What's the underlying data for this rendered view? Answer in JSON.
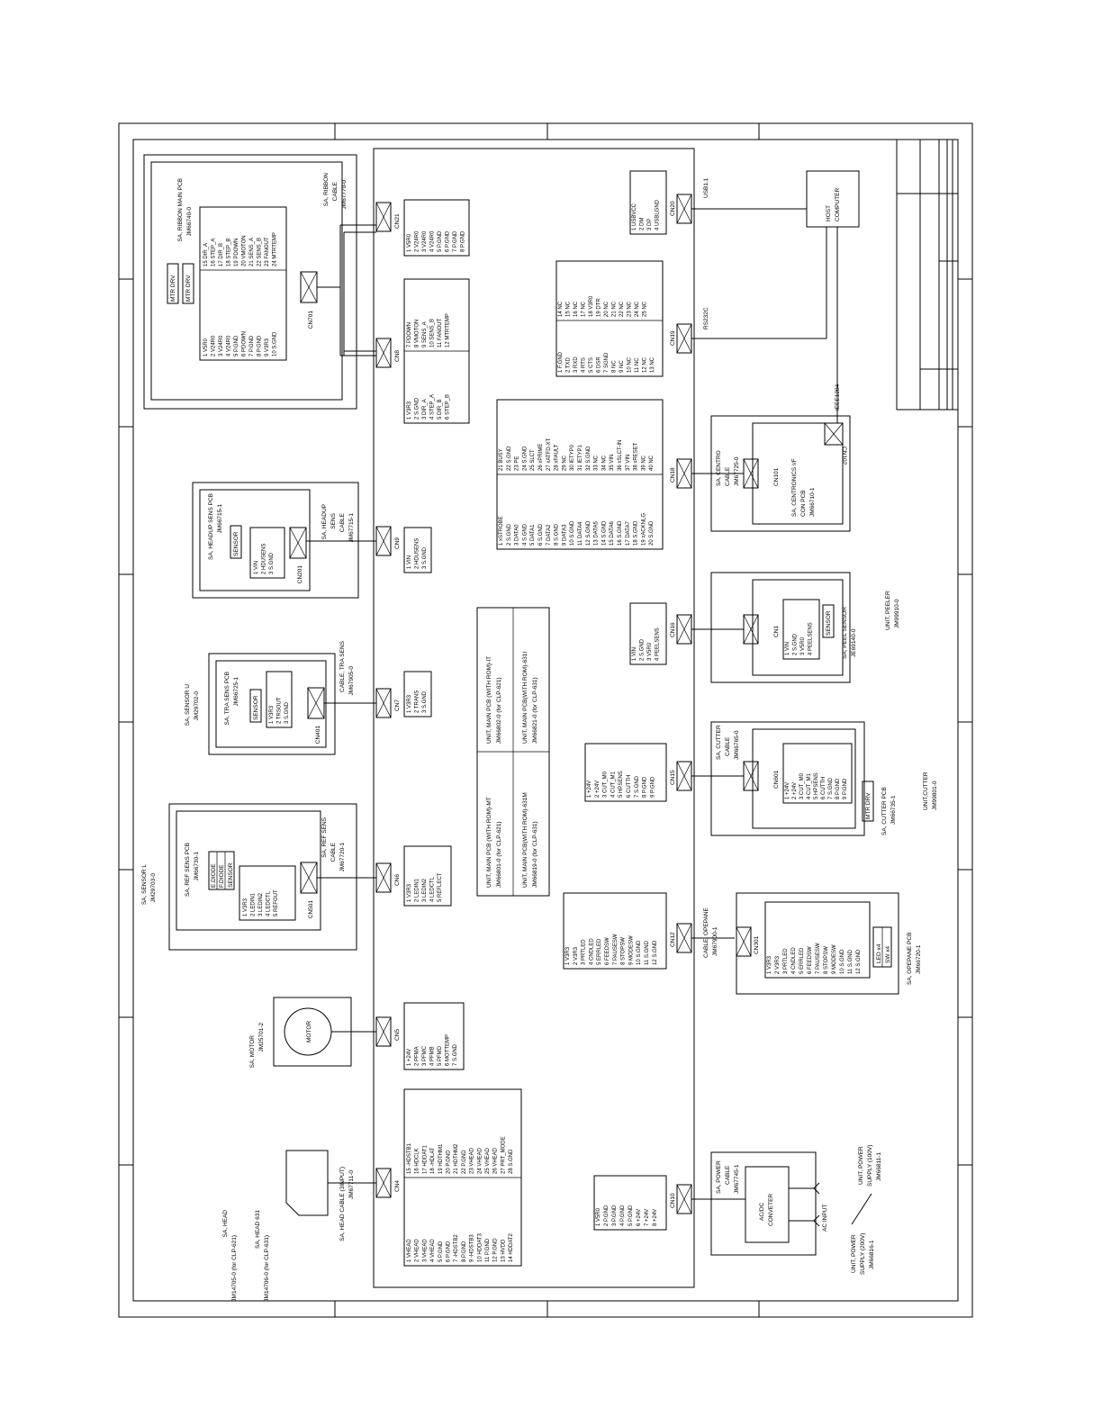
{
  "connectors": {
    "cn4": "CN4",
    "cn5": "CN5",
    "cn6": "CN6",
    "cn7": "CN7",
    "cn9": "CN9",
    "cn8": "CN8",
    "cn21": "CN21",
    "cn20": "CN20",
    "cn19": "CN19",
    "cn18": "CN18",
    "cn16": "CN16",
    "cn15": "CN15",
    "cn12": "CN12",
    "cn10": "CN10",
    "cn701": "CN701",
    "cn201": "CN201",
    "cn401": "CN401",
    "cn501": "CN501",
    "cn101": "CN101",
    "cn102": "CN102",
    "cn1": "CN1",
    "cn601": "CN601",
    "cn301": "CN301"
  },
  "labels": {
    "ribbon_main_pcb": "SA, RIBBON MAIN PCB",
    "ribbon_main_pcb_no": "JM66740-0",
    "mtr_drv": "MTR DRV",
    "ribbon_cable": "SA, RIBBON",
    "ribbon_cable_2": "CABLE",
    "ribbon_cable_no": "JM67770-0",
    "headup_pcb": "SA, HEADUP SENS PCB",
    "headup_pcb_no": "JM66715-1",
    "sensor": "SENSOR",
    "headup_cable": "SA, HEADUP",
    "headup_cable_2": "SENS",
    "headup_cable_3": "CABLE",
    "headup_cable_no": "JM67715-1",
    "sensor_u": "SA, SENSOR U",
    "sensor_u_no": "JM29702-0",
    "tra_pcb": "SA, TRA SENS PCB",
    "tra_pcb_no": "JM66725-1",
    "tra_cable": "CABLE, TRA SENS",
    "tra_cable_no": "JM67905-0",
    "sensor_l": "SA, SENSOR L",
    "sensor_l_no": "JM29703-0",
    "ref_pcb": "SA, REF SENS PCB",
    "ref_pcb_no": "JM66730-1",
    "e_diode": "E.DIODE",
    "f_diode": "F.DIODE",
    "ref_cable": "SA, REF SENS",
    "ref_cable_2": "CABLE",
    "ref_cable_no": "JM67720-1",
    "motor": "MOTOR",
    "sa_motor": "SA, MOTOR",
    "sa_motor_no": "JM25701-2",
    "sa_head": "SA, HEAD",
    "sa_head_621": "JM14705-0 (for CLP-621)",
    "sa_head_631": "SA, HEAD 631",
    "sa_head_631_no": "JM14706-0 (for CLP-631)",
    "head_cable": "SA, HEAD CABLE (3INPUT)",
    "head_cable_no": "JM67711-0",
    "main_pcb_a1": "UNIT, MAIN PCB (WITH ROM)-IT",
    "main_pcb_a2": "JM66802-0 (for CLP-621)",
    "main_pcb_b1": "UNIT, MAIN PCB(WITH ROM)-631I",
    "main_pcb_b2": "JM66821-0 (for CLP-631)",
    "main_pcb_c1": "UNIT, MAIN PCB (WITH ROM)-MT",
    "main_pcb_c2": "JM66801-0 (for CLP-621)",
    "main_pcb_d1": "UNIT, MAIN PCB(WITH ROM)-631M",
    "main_pcb_d2": "JM66819-0 (for CLP-631)",
    "usb": "USB1.1",
    "rs232c": "RS232C",
    "ieee1284": "IEEE1284",
    "host_computer": "HOST",
    "host_computer_2": "COMPUTER",
    "centro_cable": "SA, CENTRO",
    "centro_cable_2": "CABLE",
    "centro_cable_no": "JM67725-0",
    "centronics_pcb": "SA, CENTRONICS I/F",
    "centronics_pcb_2": "CON PCB",
    "centronics_pcb_no": "JM66710-1",
    "peel_sensor": "SA, PEEL SENSOR",
    "peel_sensor_no": "JE69140-0",
    "unit_peeler": "UNIT, PEELER",
    "unit_peeler_no": "JM99910-0",
    "cutter_cable": "SA, CUTTER",
    "cutter_cable_2": "CABLE",
    "cutter_cable_no": "JM66765-0",
    "cutter_pcb": "SA, CUTTER PCB",
    "cutter_pcb_no": "JM66735-1",
    "unit_cutter": "UNIT,CUTTER",
    "unit_cutter_no": "JM99801-0",
    "opepane_cable": "CABLE, OPEPANE",
    "opepane_cable_no": "JM67900-1",
    "opepane_pcb": "SA, OPEPANE PCB",
    "opepane_pcb_no": "JM66720-1",
    "led_x4": "LED x4",
    "sw_x4": "SW x4",
    "power_cable": "SA, POWER",
    "power_cable_2": "CABLE",
    "power_cable_no": "JM67745-1",
    "acdc": "AC/DC",
    "acdc_2": "CONVETER",
    "ac_input": "AC INPUT",
    "ps100_1": "UNIT, POWER",
    "ps100_2": "SUPPLY (100V)",
    "ps100_3": "JM66811-1",
    "ps200_1": "UNIT, POWER",
    "ps200_2": "SUPPLY (200V)",
    "ps200_3": "JM66816-1"
  },
  "pin_tables": {
    "cn701_left": [
      "1 V5R0",
      "2 V24R0",
      "3 V24R0",
      "4 V24R0",
      "5 P.GND",
      "6 PDOWN",
      "7 P.GND",
      "8 P.GND",
      "9 V3R3",
      "10 S.GND"
    ],
    "cn701_right": [
      "15 DIR_A",
      "16 STEP_A",
      "17 DIR_B",
      "18 STEP_B",
      "19 PDOWN",
      "20 VMOTON",
      "21 SENS_A",
      "22 SENS_B",
      "23 FANOUT",
      "24 MTRTEMP"
    ],
    "cn8_left": [
      "1 V3R3",
      "2 S.GND",
      "3 DIR_A",
      "4 STEP_A",
      "5 DIR_B",
      "6 STEP_B"
    ],
    "cn8_right": [
      "7 PDOWN",
      "8 VMOTON",
      "9 SENS_A",
      "10 SENS_B",
      "11 FANOUT",
      "12 MTRTEMP"
    ],
    "cn21": [
      "1 V5R0",
      "2 V24R0",
      "3 V24R0",
      "4 V24R0",
      "5 P.GND",
      "6 P.GND",
      "7 P.GND",
      "8 P.GND"
    ],
    "cn9": [
      "1 VIN",
      "2 HDUSENS",
      "3 S.GND"
    ],
    "cn201": [
      "1 VIN",
      "2 HDUSENS",
      "3 S.GND"
    ],
    "cn7": [
      "1 V3R3",
      "2 TRANS",
      "3 S.GND"
    ],
    "cn401": [
      "1 V3R3",
      "2 TRSOUT",
      "3 S.GND"
    ],
    "cn6": [
      "1 V3R3",
      "2 LEDIN1",
      "3 LEDIN2",
      "4 LEDCTL",
      "5 REFLECT"
    ],
    "cn501": [
      "1 V3R3",
      "2 LEDIN1",
      "3 LEDIN2",
      "4 LEDCTL",
      "5 REFOUT"
    ],
    "cn5": [
      "1 +24V",
      "2 PFMA",
      "3 PFMC",
      "4 PFMB",
      "5 PFMD",
      "6 MOTTEMP",
      "7 S.GND"
    ],
    "cn4_left": [
      "1 VHEAD",
      "2 VHEAD",
      "3 VHEAD",
      "4 VHEAD",
      "5 P.GND",
      "6 P.GND",
      "7 -HDSTB2",
      "8 P.GND",
      "9 -HDSTB3",
      "10 HDDAT3",
      "11 P.GND",
      "12 P.GND",
      "13 HVDD",
      "14 HDDAT2"
    ],
    "cn4_right": [
      "15 -HDSTB1",
      "16 HDCLK",
      "17 HDDAT1",
      "18 -HDLAT",
      "19 HDTHM1",
      "20 P.GND",
      "21 HDTHM2",
      "22 P.GND",
      "23 VHEAD",
      "24 VHEAD",
      "25 VHEAD",
      "26 VHEAD",
      "27 PRT_MODE",
      "28 S.GND"
    ],
    "cn20": [
      "1 USBVCC",
      "2 DM",
      "3 DP",
      "4 USBLGND"
    ],
    "cn19_left": [
      "1 F.GND",
      "2 TXD",
      "3 RXD",
      "4 RTS",
      "5 CTS",
      "6 DSR",
      "7 SGND",
      "8 NC",
      "9 NC",
      "10 NC",
      "11 NC",
      "12 NC",
      "13 NC"
    ],
    "cn19_right": [
      "14 NC",
      "15 NC",
      "16 NC",
      "17 NC",
      "18 V3R0",
      "19 DTR",
      "20 NC",
      "21 NC",
      "22 NC",
      "23 NC",
      "24 NC",
      "25 NC"
    ],
    "cn18_left": [
      "1 xSTROBE",
      "2 S.GND",
      "3 DATA0",
      "4 S.GND",
      "5 DATA1",
      "6 S.GND",
      "7 DATA2",
      "8 S.GND",
      "9 DATA3",
      "10 S.GND",
      "11 DATA4",
      "12 S.GND",
      "13 DATA5",
      "14 S.GND",
      "15 DATA6",
      "16 S.GND",
      "17 DATA7",
      "18 S.GND",
      "19 xACKNLG",
      "20 S.GND"
    ],
    "cn18_right": [
      "21 BUSY",
      "22 S.GND",
      "23 PE",
      "24 S.GND",
      "25 SLCT",
      "26 xPRIME",
      "27 xATFD-XT",
      "28 xFAULT",
      "29 NC",
      "30 IETYP0",
      "31 IETYP1",
      "32 S.GND",
      "33 NC",
      "34 NC",
      "35 VIN",
      "36 xSLCT-IN",
      "37 VIN",
      "38 xRESET",
      "39 NC",
      "40 NC"
    ],
    "cn16": [
      "1 VIN",
      "2 S.GND",
      "3 V5R0",
      "4 PEELSENS"
    ],
    "cn1": [
      "1 VIN",
      "2 S.GND",
      "3 V5R0",
      "4 PEELSENS"
    ],
    "cn15": [
      "1 +24V",
      "2 +24V",
      "3 CUT_M0",
      "4 CUT_M1",
      "5 HPSENS",
      "6 CUTTH",
      "7 S.GND",
      "8 P.GND",
      "9 P.GND"
    ],
    "cn601": [
      "1 +24V",
      "2 +24V",
      "3 CUT_M0",
      "4 CUT_M1",
      "5 HPSENS",
      "6 CUTTH",
      "7 S.GND",
      "8 P.GND",
      "9 P.GND"
    ],
    "cn12": [
      "1 V3R3",
      "2 V3R3",
      "3 PRTLED",
      "4 CNDLED",
      "5 ERRLED",
      "6 FEEDSW",
      "7 PAUSESW",
      "8 STOPSW",
      "9 MODESW",
      "10 S.GND",
      "11 S.GND",
      "12 S.GND"
    ],
    "cn301": [
      "1 V3R3",
      "2 V3R3",
      "3 PRTLED",
      "4 CNDLED",
      "5 ERRLED",
      "6 FEEDSW",
      "7 PAUSESW",
      "8 STOPSW",
      "9 MODESW",
      "10 S.GND",
      "11 S.GND",
      "12 S.GND"
    ],
    "cn10": [
      "1 V5R0",
      "2 P.GND",
      "3 P.GND",
      "4 P.GND",
      "5 P.GND",
      "6 +24V",
      "7 +24V",
      "8 +24V"
    ]
  }
}
